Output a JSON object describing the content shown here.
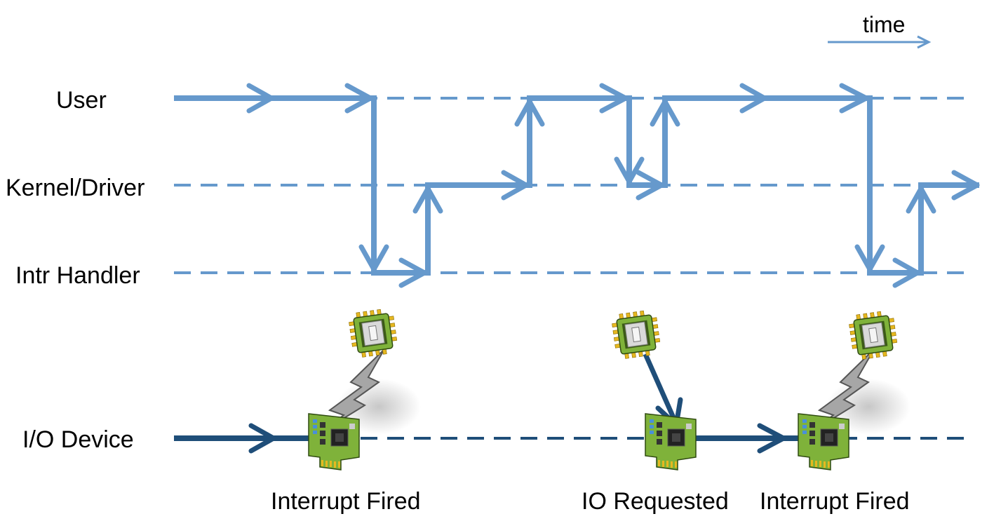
{
  "time_label": "time",
  "lanes": {
    "user": "User",
    "kernel": "Kernel/Driver",
    "intr": "Intr Handler",
    "io": "I/O Device"
  },
  "events": {
    "interrupt_fired_1": "Interrupt Fired",
    "io_requested": "IO Requested",
    "interrupt_fired_2": "Interrupt Fired"
  },
  "colors": {
    "flow": "#6699cc",
    "io_flow": "#1f4e79",
    "chip_board": "#7fb23a",
    "chip_pins": "#e6b820",
    "bolt": "#a6a6a6"
  },
  "icons": {
    "cpu": "cpu-chip-icon",
    "io_card": "io-card-icon",
    "interrupt": "lightning-bolt-icon"
  }
}
